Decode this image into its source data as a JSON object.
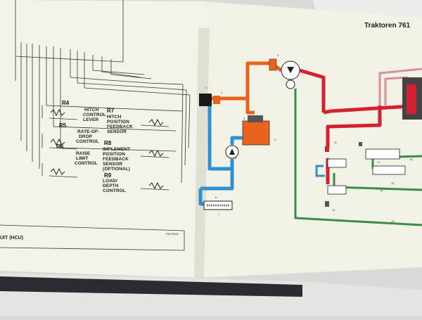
{
  "page_title": "Traktoren 761",
  "footer_label": "UIT (HCU)",
  "ref_code": "RW75069",
  "resistors": [
    {
      "id": "R4",
      "label_lines": [
        "HITCH",
        "CONTROL",
        "LEVER"
      ]
    },
    {
      "id": "R5",
      "label_lines": [
        "RATE-OF-",
        "DROP",
        "CONTROL"
      ]
    },
    {
      "id": "R6",
      "label_lines": [
        "RAISE",
        "LIMIT",
        "CONTROL"
      ]
    },
    {
      "id": "R7",
      "label_lines": [
        "HITCH",
        "POSITION",
        "FEEDBACK",
        "SENSOR"
      ]
    },
    {
      "id": "R8",
      "label_lines": [
        "IMPLEMENT",
        "POSITION",
        "FEEDBACK",
        "SENSOR",
        "(OPTIONAL)"
      ]
    },
    {
      "id": "R9",
      "label_lines": [
        "LOAD/",
        "DEPTH",
        "CONTROL"
      ]
    }
  ],
  "hydraulic_numbers": [
    "1",
    "2",
    "3",
    "4",
    "5",
    "6",
    "7",
    "8",
    "11",
    "12",
    "13",
    "14",
    "15",
    "16",
    "17"
  ],
  "colors": {
    "orange": "#e8641e",
    "blue": "#2f8fd0",
    "red": "#d42030",
    "green": "#3a8a4a",
    "pink": "#d890a0",
    "paper": "#f3f1e6",
    "page_bg": "#d8d8d6"
  }
}
